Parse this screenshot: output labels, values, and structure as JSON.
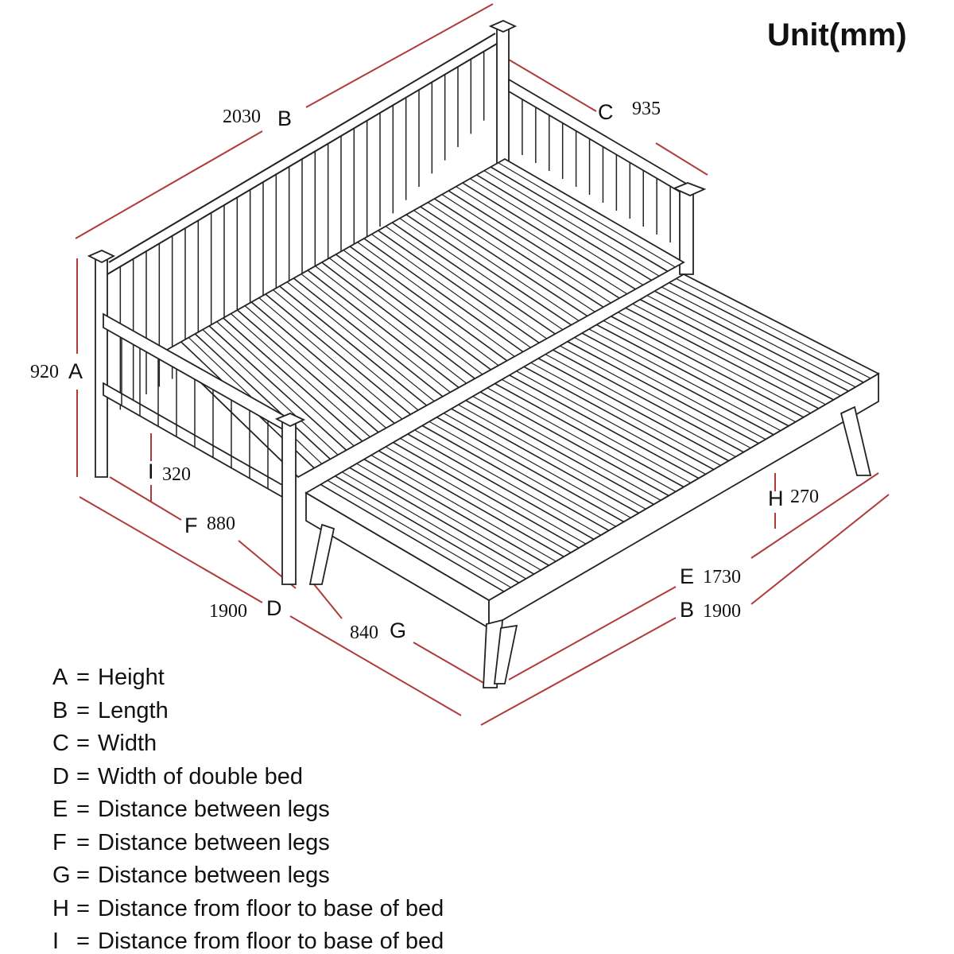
{
  "unit_label": "Unit(mm)",
  "dimensions": {
    "A": {
      "letter": "A",
      "value": "920"
    },
    "B_top": {
      "letter": "B",
      "value": "2030"
    },
    "C": {
      "letter": "C",
      "value": "935"
    },
    "D": {
      "letter": "D",
      "value": "1900"
    },
    "E": {
      "letter": "E",
      "value": "1730"
    },
    "B_bottom": {
      "letter": "B",
      "value": "1900"
    },
    "F": {
      "letter": "F",
      "value": "880"
    },
    "G": {
      "letter": "G",
      "value": "840"
    },
    "H": {
      "letter": "H",
      "value": "270"
    },
    "I": {
      "letter": "I",
      "value": "320"
    }
  },
  "legend": [
    {
      "key": "A",
      "label": "Height"
    },
    {
      "key": "B",
      "label": "Length"
    },
    {
      "key": "C",
      "label": "Width"
    },
    {
      "key": "D",
      "label": "Width of double bed"
    },
    {
      "key": "E",
      "label": "Distance between legs"
    },
    {
      "key": "F",
      "label": "Distance between legs"
    },
    {
      "key": "G",
      "label": "Distance between legs"
    },
    {
      "key": "H",
      "label": "Distance from floor to base of bed"
    },
    {
      "key": "I",
      "label": "Distance from floor to base of bed"
    }
  ],
  "colors": {
    "dimension_line": "#b03a3a",
    "drawing": "#222222"
  }
}
